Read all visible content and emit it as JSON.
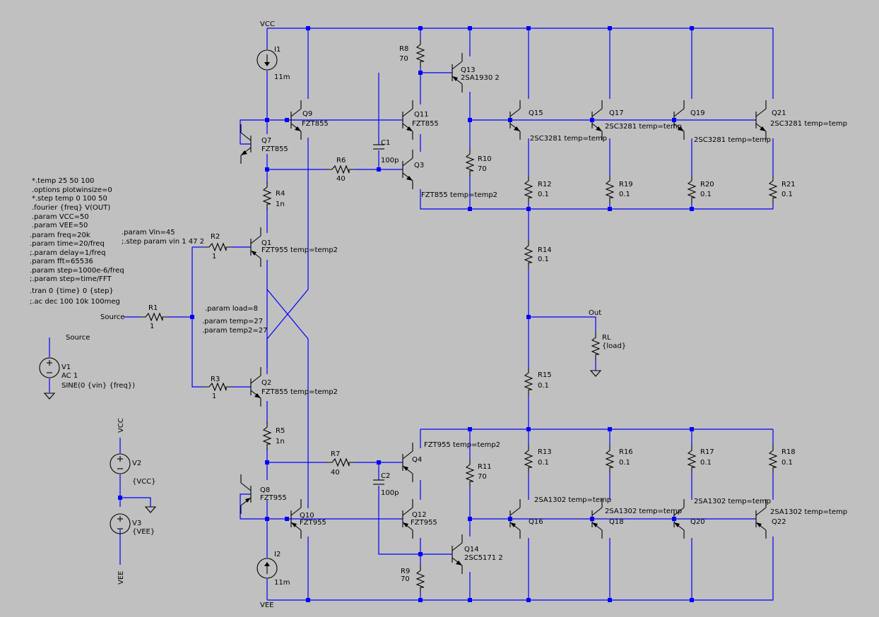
{
  "colors": {
    "background": "#c0c0c0",
    "wire": "#0000ff",
    "component": "#000000"
  },
  "directives": [
    "*.temp 25 50 100",
    ".options plotwinsize=0",
    "*.step temp 0 100 50",
    ".fourier {freq} V(OUT)",
    ".param VCC=50",
    ".param VEE=50",
    ".param freq=20k",
    ".param time=20/freq",
    ";.param delay=1/freq",
    ".param fft=65536",
    ".param step=1000e-6/freq",
    ";.param step=time/FFT",
    ".tran 0 {time} 0 {step}",
    ";.ac dec 100 10k 100meg",
    ".param Vin=45",
    ";.step param vin 1 47 2",
    ".param load=8",
    ".param temp=27",
    ".param temp2=27"
  ],
  "nets": {
    "vcc": "VCC",
    "vee": "VEE",
    "source": "Source",
    "out": "Out",
    "vcc_rot": "VCC",
    "vee_rot": "VEE"
  },
  "components": {
    "I1": {
      "name": "I1",
      "value": "11m"
    },
    "I2": {
      "name": "I2",
      "value": "11m"
    },
    "V1": {
      "name": "V1",
      "line1": "AC 1",
      "line2": "SINE(0 {vin} {freq})"
    },
    "V2": {
      "name": "V2",
      "value": "{VCC}"
    },
    "V3": {
      "name": "V3",
      "value": "{VEE}"
    },
    "R1": {
      "name": "R1",
      "value": "1"
    },
    "R2": {
      "name": "R2",
      "value": "1"
    },
    "R3": {
      "name": "R3",
      "value": "1"
    },
    "R4": {
      "name": "R4",
      "value": "1n"
    },
    "R5": {
      "name": "R5",
      "value": "1n"
    },
    "R6": {
      "name": "R6",
      "value": "40"
    },
    "R7": {
      "name": "R7",
      "value": "40"
    },
    "R8": {
      "name": "R8",
      "value": "70"
    },
    "R9": {
      "name": "R9",
      "value": "70"
    },
    "R10": {
      "name": "R10",
      "value": "70"
    },
    "R11": {
      "name": "R11",
      "value": "70"
    },
    "R12": {
      "name": "R12",
      "value": "0.1"
    },
    "R13": {
      "name": "R13",
      "value": "0.1"
    },
    "R14": {
      "name": "R14",
      "value": "0.1"
    },
    "R15": {
      "name": "R15",
      "value": "0.1"
    },
    "R16": {
      "name": "R16",
      "value": "0.1"
    },
    "R17": {
      "name": "R17",
      "value": "0.1"
    },
    "R18": {
      "name": "R18",
      "value": "0.1"
    },
    "R19": {
      "name": "R19",
      "value": "0.1"
    },
    "R20": {
      "name": "R20",
      "value": "0.1"
    },
    "R21": {
      "name": "R21",
      "value": "0.1"
    },
    "RL": {
      "name": "RL",
      "value": "{load}"
    },
    "C1": {
      "name": "C1",
      "value": "100p"
    },
    "C2": {
      "name": "C2",
      "value": "100p"
    },
    "Q1": {
      "name": "Q1",
      "model": "FZT955  temp=temp2"
    },
    "Q2": {
      "name": "Q2",
      "model": "FZT855  temp=temp2"
    },
    "Q3": {
      "name": "Q3",
      "model": "FZT855  temp=temp2"
    },
    "Q4": {
      "name": "Q4",
      "model": "FZT955 temp=temp2"
    },
    "Q7": {
      "name": "Q7",
      "model": "FZT855"
    },
    "Q8": {
      "name": "Q8",
      "model": "FZT955"
    },
    "Q9": {
      "name": "Q9",
      "model": "FZT855"
    },
    "Q10": {
      "name": "Q10",
      "model": "FZT955"
    },
    "Q11": {
      "name": "Q11",
      "model": "FZT855"
    },
    "Q12": {
      "name": "Q12",
      "model": "FZT955"
    },
    "Q13": {
      "name": "Q13",
      "model": "2SA1930 2"
    },
    "Q14": {
      "name": "Q14",
      "model": "2SC5171 2"
    },
    "Q15": {
      "name": "Q15",
      "model": "2SC3281 temp=temp"
    },
    "Q17": {
      "name": "Q17",
      "model": "2SC3281 temp=temp"
    },
    "Q19": {
      "name": "Q19",
      "model": "2SC3281 temp=temp"
    },
    "Q21": {
      "name": "Q21",
      "model": "2SC3281 temp=temp"
    },
    "Q16": {
      "name": "Q16",
      "model": "2SA1302 temp=temp"
    },
    "Q18": {
      "name": "Q18",
      "model": "2SA1302 temp=temp"
    },
    "Q20": {
      "name": "Q20",
      "model": "2SA1302 temp=temp"
    },
    "Q22": {
      "name": "Q22",
      "model": "2SA1302 temp=temp"
    }
  }
}
